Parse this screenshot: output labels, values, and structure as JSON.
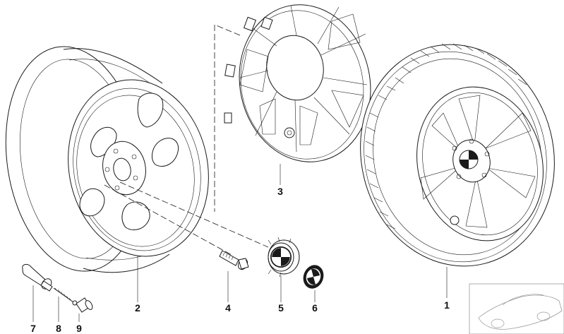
{
  "callouts": [
    {
      "id": "1",
      "label": "1"
    },
    {
      "id": "2",
      "label": "2"
    },
    {
      "id": "3",
      "label": "3"
    },
    {
      "id": "4",
      "label": "4"
    },
    {
      "id": "5",
      "label": "5"
    },
    {
      "id": "6",
      "label": "6"
    },
    {
      "id": "7",
      "label": "7"
    },
    {
      "id": "8",
      "label": "8"
    },
    {
      "id": "9",
      "label": "9"
    }
  ],
  "parts": [
    {
      "callout": "1",
      "icon": "complete-wheel-with-tyre-icon"
    },
    {
      "callout": "2",
      "icon": "steel-rim-icon"
    },
    {
      "callout": "3",
      "icon": "wheel-cover-icon"
    },
    {
      "callout": "4",
      "icon": "wheel-bolt-icon"
    },
    {
      "callout": "5",
      "icon": "hub-cap-emblem-icon"
    },
    {
      "callout": "6",
      "icon": "emblem-badge-icon"
    },
    {
      "callout": "7",
      "icon": "valve-icon"
    },
    {
      "callout": "8",
      "icon": "valve-core-icon"
    },
    {
      "callout": "9",
      "icon": "valve-cap-icon"
    }
  ],
  "thumbnail": {
    "icon": "car-silhouette-icon"
  }
}
